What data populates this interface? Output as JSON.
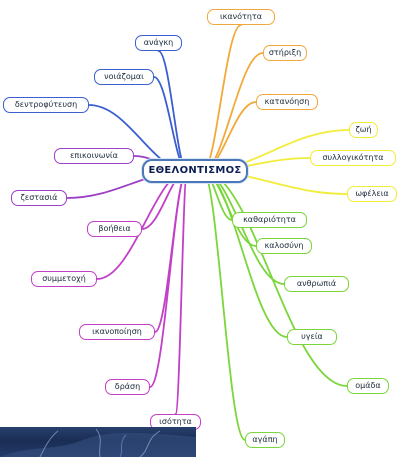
{
  "center": {
    "label": "ΕΘΕΛΟΝΤΙΣΜΟΣ",
    "color": "#4a78b8"
  },
  "nodes": [
    {
      "id": "ikanotita",
      "label": "ικανότητα",
      "color": "#f2a93b"
    },
    {
      "id": "anagki",
      "label": "ανάγκη",
      "color": "#3b5fd0"
    },
    {
      "id": "stirixi",
      "label": "στήριξη",
      "color": "#f2a93b"
    },
    {
      "id": "noiazomai",
      "label": "νοιάζομαι",
      "color": "#3b5fd0"
    },
    {
      "id": "katanoisi",
      "label": "κατανόηση",
      "color": "#f2a93b"
    },
    {
      "id": "dentrofytefsi",
      "label": "δεντροφύτευση",
      "color": "#3b5fd0"
    },
    {
      "id": "zoi",
      "label": "ζωή",
      "color": "#f2ec3a"
    },
    {
      "id": "syllogikotita",
      "label": "συλλογικότητα",
      "color": "#f2ec3a"
    },
    {
      "id": "epikoinonia",
      "label": "επικοινωνία",
      "color": "#9c3fc7"
    },
    {
      "id": "ofeleia",
      "label": "ωφέλεια",
      "color": "#f2ec3a"
    },
    {
      "id": "zestasia",
      "label": "ζεστασιά",
      "color": "#9c3fc7"
    },
    {
      "id": "katharioita",
      "label": "καθαριότητα",
      "color": "#7bd63a"
    },
    {
      "id": "voitheia",
      "label": "βοήθεια",
      "color": "#c23fc7"
    },
    {
      "id": "kalosyni",
      "label": "καλοσύνη",
      "color": "#7bd63a"
    },
    {
      "id": "anthropia",
      "label": "ανθρωπιά",
      "color": "#7bd63a"
    },
    {
      "id": "symmetoxi",
      "label": "συμμετοχή",
      "color": "#c23fc7"
    },
    {
      "id": "ikanopoiisi",
      "label": "ικανοποίηση",
      "color": "#c23fc7"
    },
    {
      "id": "ygeia",
      "label": "υγεία",
      "color": "#7bd63a"
    },
    {
      "id": "drasi",
      "label": "δράση",
      "color": "#c23fc7"
    },
    {
      "id": "omada",
      "label": "ομάδα",
      "color": "#7bd63a"
    },
    {
      "id": "isotita",
      "label": "ισότητα",
      "color": "#c23fc7"
    },
    {
      "id": "agapi",
      "label": "αγάπη",
      "color": "#7bd63a"
    }
  ]
}
